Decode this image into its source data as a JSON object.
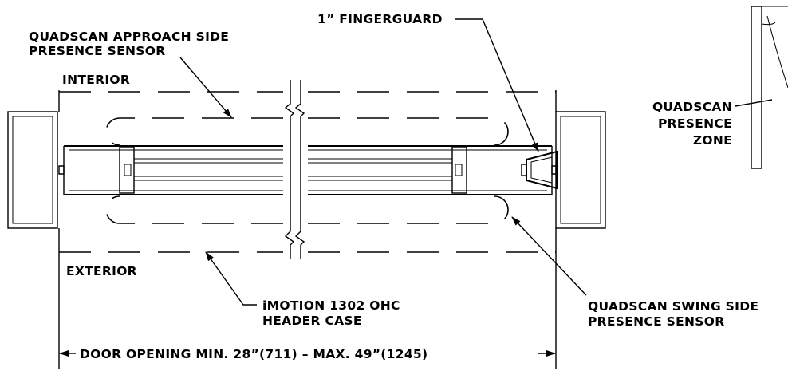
{
  "labels": {
    "fingerguard": "1” FINGERGUARD",
    "approach_sensor_line1": "QUADSCAN APPROACH SIDE",
    "approach_sensor_line2": "PRESENCE SENSOR",
    "interior": "INTERIOR",
    "exterior": "EXTERIOR",
    "header_case_line1": "iMOTION 1302 OHC",
    "header_case_line2": "HEADER CASE",
    "swing_sensor_line1": "QUADSCAN SWING SIDE",
    "swing_sensor_line2": "PRESENCE SENSOR",
    "presence_zone_line1": "QUADSCAN",
    "presence_zone_line2": "PRESENCE",
    "presence_zone_line3": "ZONE",
    "door_opening": "DOOR OPENING MIN. 28”(711) – MAX. 49”(1245)"
  }
}
